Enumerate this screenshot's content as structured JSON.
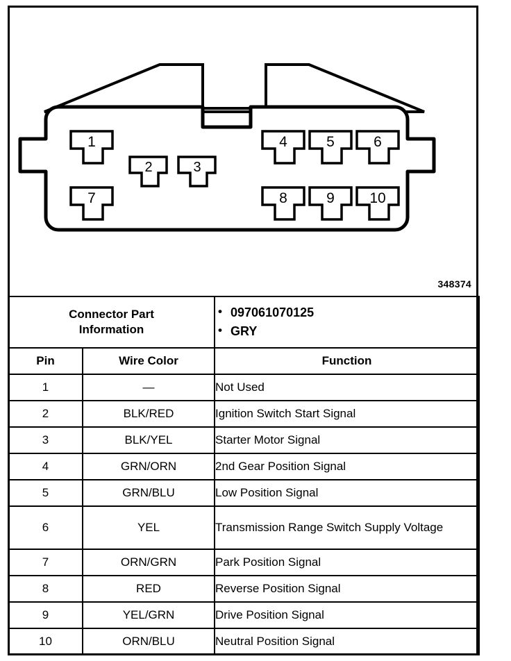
{
  "figure": {
    "number": "348374",
    "connector_type": "10-way automotive connector face view",
    "pin_labels": [
      "1",
      "2",
      "3",
      "4",
      "5",
      "6",
      "7",
      "8",
      "9",
      "10"
    ]
  },
  "connector_part_information": {
    "label_line1": "Connector Part",
    "label_line2": "Information",
    "values": [
      "097061070125",
      "GRY"
    ]
  },
  "table": {
    "headers": {
      "pin": "Pin",
      "wire_color": "Wire Color",
      "function": "Function"
    },
    "rows": [
      {
        "pin": "1",
        "wire_color": "—",
        "function": "Not Used"
      },
      {
        "pin": "2",
        "wire_color": "BLK/RED",
        "function": "Ignition Switch Start Signal"
      },
      {
        "pin": "3",
        "wire_color": "BLK/YEL",
        "function": "Starter Motor Signal"
      },
      {
        "pin": "4",
        "wire_color": "GRN/ORN",
        "function": "2nd Gear Position Signal"
      },
      {
        "pin": "5",
        "wire_color": "GRN/BLU",
        "function": "Low Position Signal"
      },
      {
        "pin": "6",
        "wire_color": "YEL",
        "function": "Transmission Range Switch Supply Voltage",
        "tall": true
      },
      {
        "pin": "7",
        "wire_color": "ORN/GRN",
        "function": "Park Position Signal"
      },
      {
        "pin": "8",
        "wire_color": "RED",
        "function": "Reverse Position Signal"
      },
      {
        "pin": "9",
        "wire_color": "YEL/GRN",
        "function": "Drive Position Signal"
      },
      {
        "pin": "10",
        "wire_color": "ORN/BLU",
        "function": "Neutral Position Signal"
      }
    ]
  },
  "colors": {
    "ink": "#000000",
    "paper": "#ffffff"
  }
}
